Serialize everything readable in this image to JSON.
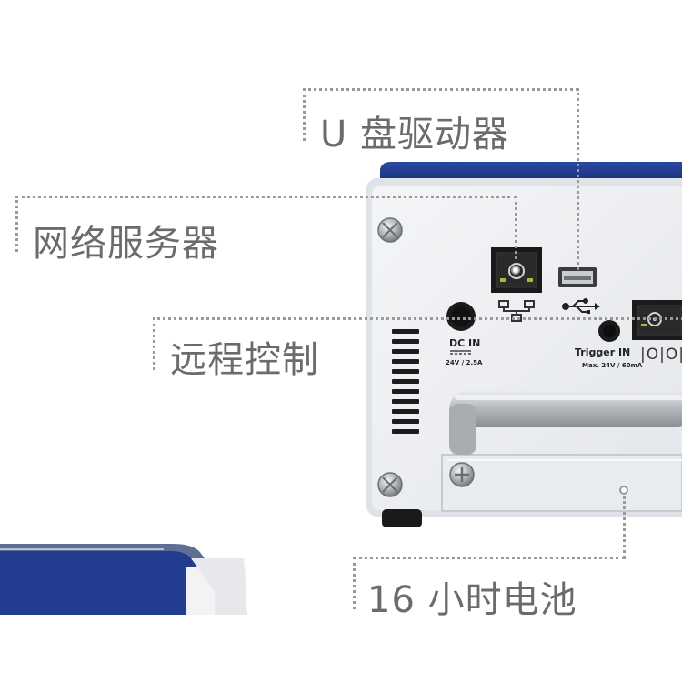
{
  "callouts": {
    "usb_drive": "U 盘驱动器",
    "network_server": "网络服务器",
    "remote_control": "远程控制",
    "battery": "16 小时电池"
  },
  "panel": {
    "dc_in_label": "DC IN",
    "dc_in_rating": "24V / 2.5A",
    "trigger_label": "Trigger IN",
    "trigger_rating": "Max. 24V / 60mA",
    "io_symbol": "|O|O|"
  },
  "colors": {
    "housing_blue": "#1f3b8c",
    "panel_gray": "#eef0f3",
    "leader_gray": "#9a9a9a",
    "label_gray": "#6b6b6b"
  },
  "icons": [
    "ethernet-icon",
    "usb-icon",
    "screw-icon"
  ]
}
